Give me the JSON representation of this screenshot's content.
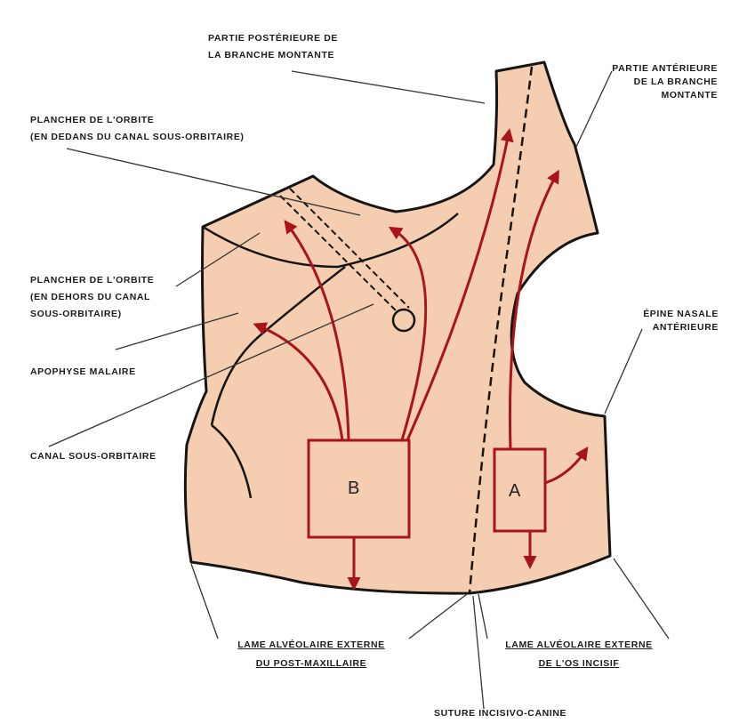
{
  "labels": {
    "posterieure": [
      "PARTIE POSTÉRIEURE DE",
      "LA BRANCHE MONTANTE"
    ],
    "anterieure": [
      "PARTIE ANTÉRIEURE",
      "DE LA BRANCHE",
      "MONTANTE"
    ],
    "plancher_dedans": [
      "PLANCHER DE L'ORBITE",
      "(EN DEDANS DU CANAL SOUS-ORBITAIRE)"
    ],
    "plancher_dehors": [
      "PLANCHER DE L'ORBITE",
      "(EN DEHORS DU CANAL",
      "SOUS-ORBITAIRE)"
    ],
    "apophyse": "APOPHYSE MALAIRE",
    "canal": "CANAL SOUS-ORBITAIRE",
    "epine": [
      "ÉPINE NASALE",
      "ANTÉRIEURE"
    ],
    "lame_post": [
      "LAME ALVÉOLAIRE EXTERNE",
      "DU POST-MAXILLAIRE"
    ],
    "lame_incisif": [
      "LAME ALVÉOLAIRE EXTERNE",
      "DE L'OS INCISIF"
    ],
    "suture": "SUTURE INCISIVO-CANINE"
  },
  "boxes": {
    "b": "B",
    "a": "A"
  },
  "colors": {
    "bone": "#f5cdb0",
    "arrow": "#a8141a",
    "outline": "#151515"
  }
}
